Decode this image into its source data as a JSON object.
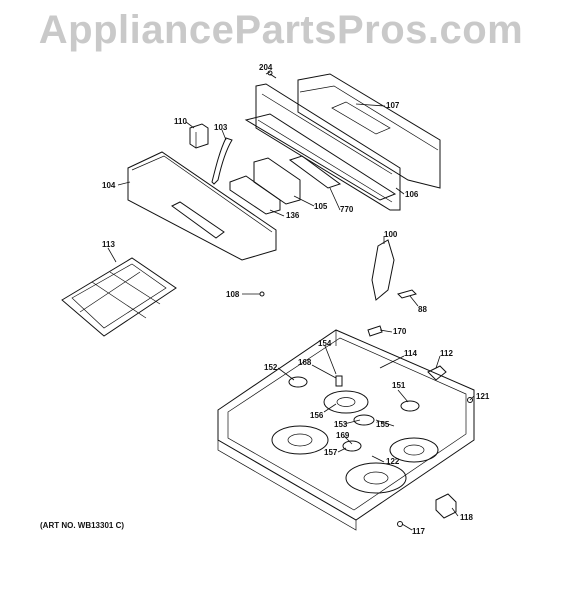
{
  "watermark": "AppliancePartsPros.com",
  "art_number": "(ART NO. WB13301 C)",
  "callouts": [
    {
      "id": "204",
      "label": "204"
    },
    {
      "id": "107",
      "label": "107"
    },
    {
      "id": "110",
      "label": "110"
    },
    {
      "id": "103",
      "label": "103"
    },
    {
      "id": "104",
      "label": "104"
    },
    {
      "id": "106",
      "label": "106"
    },
    {
      "id": "105",
      "label": "105"
    },
    {
      "id": "770",
      "label": "770"
    },
    {
      "id": "136",
      "label": "136"
    },
    {
      "id": "113",
      "label": "113"
    },
    {
      "id": "100",
      "label": "100"
    },
    {
      "id": "108",
      "label": "108"
    },
    {
      "id": "88",
      "label": "88"
    },
    {
      "id": "170",
      "label": "170"
    },
    {
      "id": "154",
      "label": "154"
    },
    {
      "id": "114",
      "label": "114"
    },
    {
      "id": "112",
      "label": "112"
    },
    {
      "id": "168",
      "label": "168"
    },
    {
      "id": "152",
      "label": "152"
    },
    {
      "id": "151",
      "label": "151"
    },
    {
      "id": "121",
      "label": "121"
    },
    {
      "id": "156",
      "label": "156"
    },
    {
      "id": "155",
      "label": "155"
    },
    {
      "id": "153",
      "label": "153"
    },
    {
      "id": "169",
      "label": "169"
    },
    {
      "id": "157",
      "label": "157"
    },
    {
      "id": "122",
      "label": "122"
    },
    {
      "id": "118",
      "label": "118"
    },
    {
      "id": "117",
      "label": "117"
    }
  ]
}
